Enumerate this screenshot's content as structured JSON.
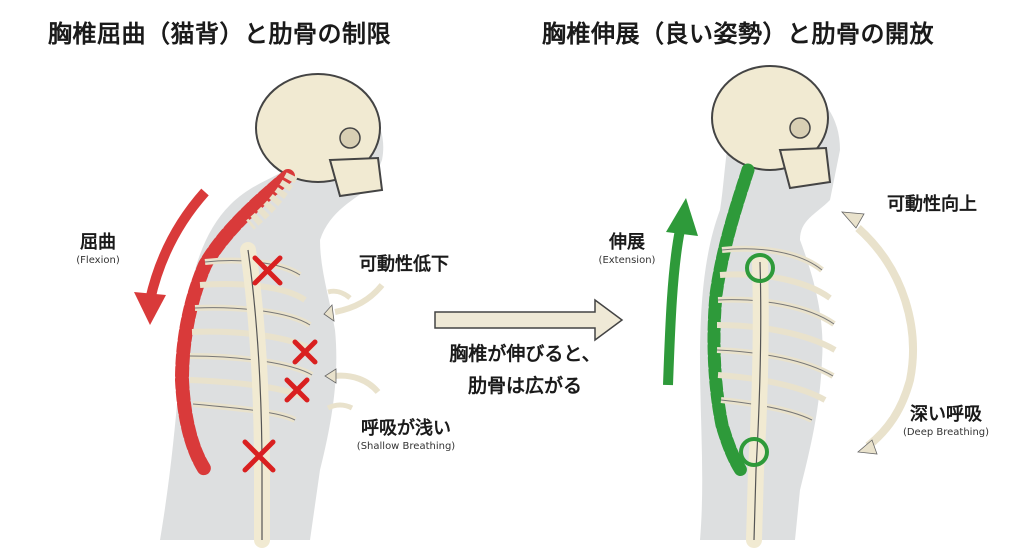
{
  "titles": {
    "left": "胸椎屈曲（猫背）と肋骨の制限",
    "right": "胸椎伸展（良い姿勢）と肋骨の開放"
  },
  "left_figure": {
    "flexion": {
      "label": "屈曲",
      "sub": "(Flexion)"
    },
    "mobility_down": "可動性低下",
    "shallow": {
      "label": "呼吸が浅い",
      "sub": "(Shallow Breathing)"
    },
    "accent_color": "#d93a3a"
  },
  "center": {
    "line1": "胸椎が伸びると、",
    "line2": "肋骨は広がる"
  },
  "right_figure": {
    "extension": {
      "label": "伸展",
      "sub": "(Extension)"
    },
    "mobility_up": "可動性向上",
    "deep": {
      "label": "深い呼吸",
      "sub": "(Deep Breathing)"
    },
    "accent_color": "#2e9a3a"
  }
}
